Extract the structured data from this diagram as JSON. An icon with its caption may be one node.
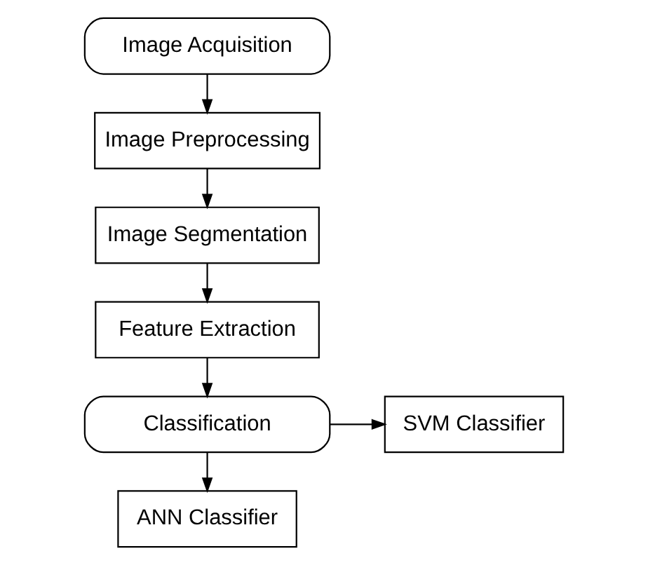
{
  "diagram": {
    "nodes": [
      {
        "text": [
          "Image Acquisition"
        ]
      },
      {
        "text": [
          "Image Preprocessing"
        ]
      },
      {
        "text": [
          "Image Segmentation"
        ]
      },
      {
        "text": [
          "Feature Extraction"
        ]
      },
      {
        "text": [
          "Classification"
        ]
      },
      {
        "text": [
          "SVM Classifier"
        ]
      },
      {
        "text": [
          "ANN Classifier"
        ]
      }
    ],
    "edges": [
      {
        "from": 0,
        "to": 1,
        "arrow": "to"
      },
      {
        "from": 1,
        "to": 2,
        "arrow": "to"
      },
      {
        "from": 2,
        "to": 3,
        "arrow": "to"
      },
      {
        "from": 3,
        "to": 4,
        "arrow": "to"
      },
      {
        "from": 4,
        "to": 5,
        "arrow": "to"
      },
      {
        "from": 4,
        "to": 6,
        "arrow": "to"
      }
    ]
  }
}
